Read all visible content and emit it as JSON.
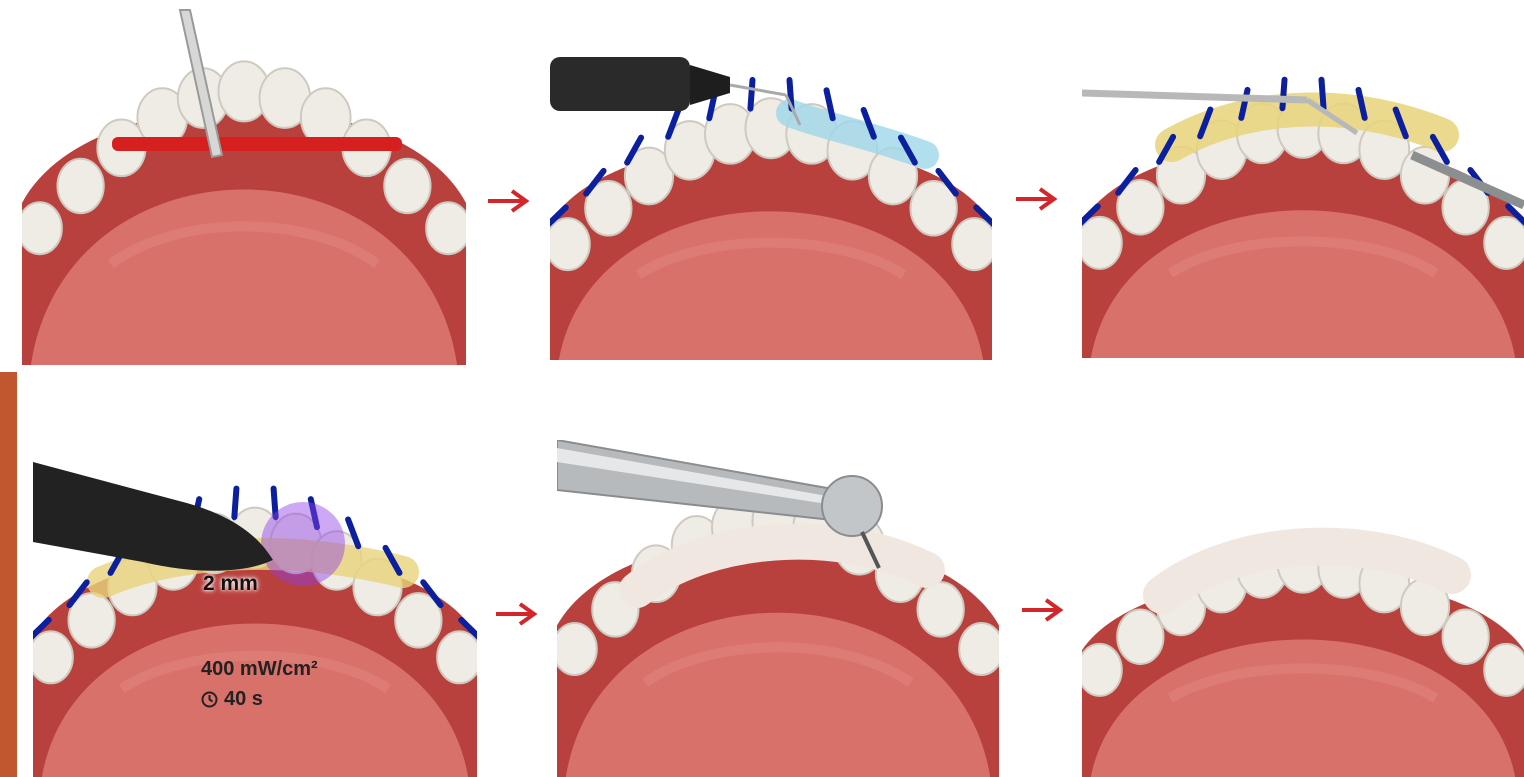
{
  "colors": {
    "accent_bar": "#c0572f",
    "arrow": "#d4262a",
    "gum": "#b9413d",
    "tongue": "#d8716a",
    "tooth": "#efece5",
    "blue_marks": "#0c1f9c",
    "fiber": "#d61f1f",
    "blue_gel": "#9fd7ea",
    "yellow_resin": "#e8d37a",
    "violet_light": "#8f3fe8",
    "composite": "#f1e7e1",
    "instrument_black": "#262626",
    "instrument_steel": "#b9bcbe"
  },
  "steps": [
    {
      "id": 1,
      "scene": "fiber-measured-across-teeth",
      "icons": [
        "probe-icon",
        "red-fiber-strip"
      ]
    },
    {
      "id": 2,
      "scene": "blue-etchant-gel-applied",
      "icons": [
        "syringe-icon",
        "blue-gel",
        "blue-isolation-marks"
      ]
    },
    {
      "id": 3,
      "scene": "yellow-adhesive-applied",
      "icons": [
        "dental-probe-icon",
        "yellow-adhesive"
      ]
    },
    {
      "id": 4,
      "scene": "light-curing",
      "icons": [
        "curing-light-icon"
      ],
      "distance": "2 mm",
      "intensity": "400 mW/cm²",
      "duration": "40 s"
    },
    {
      "id": 5,
      "scene": "finishing-with-handpiece",
      "icons": [
        "handpiece-icon",
        "composite-splint"
      ]
    },
    {
      "id": 6,
      "scene": "completed-splint",
      "icons": [
        "composite-splint"
      ]
    }
  ]
}
